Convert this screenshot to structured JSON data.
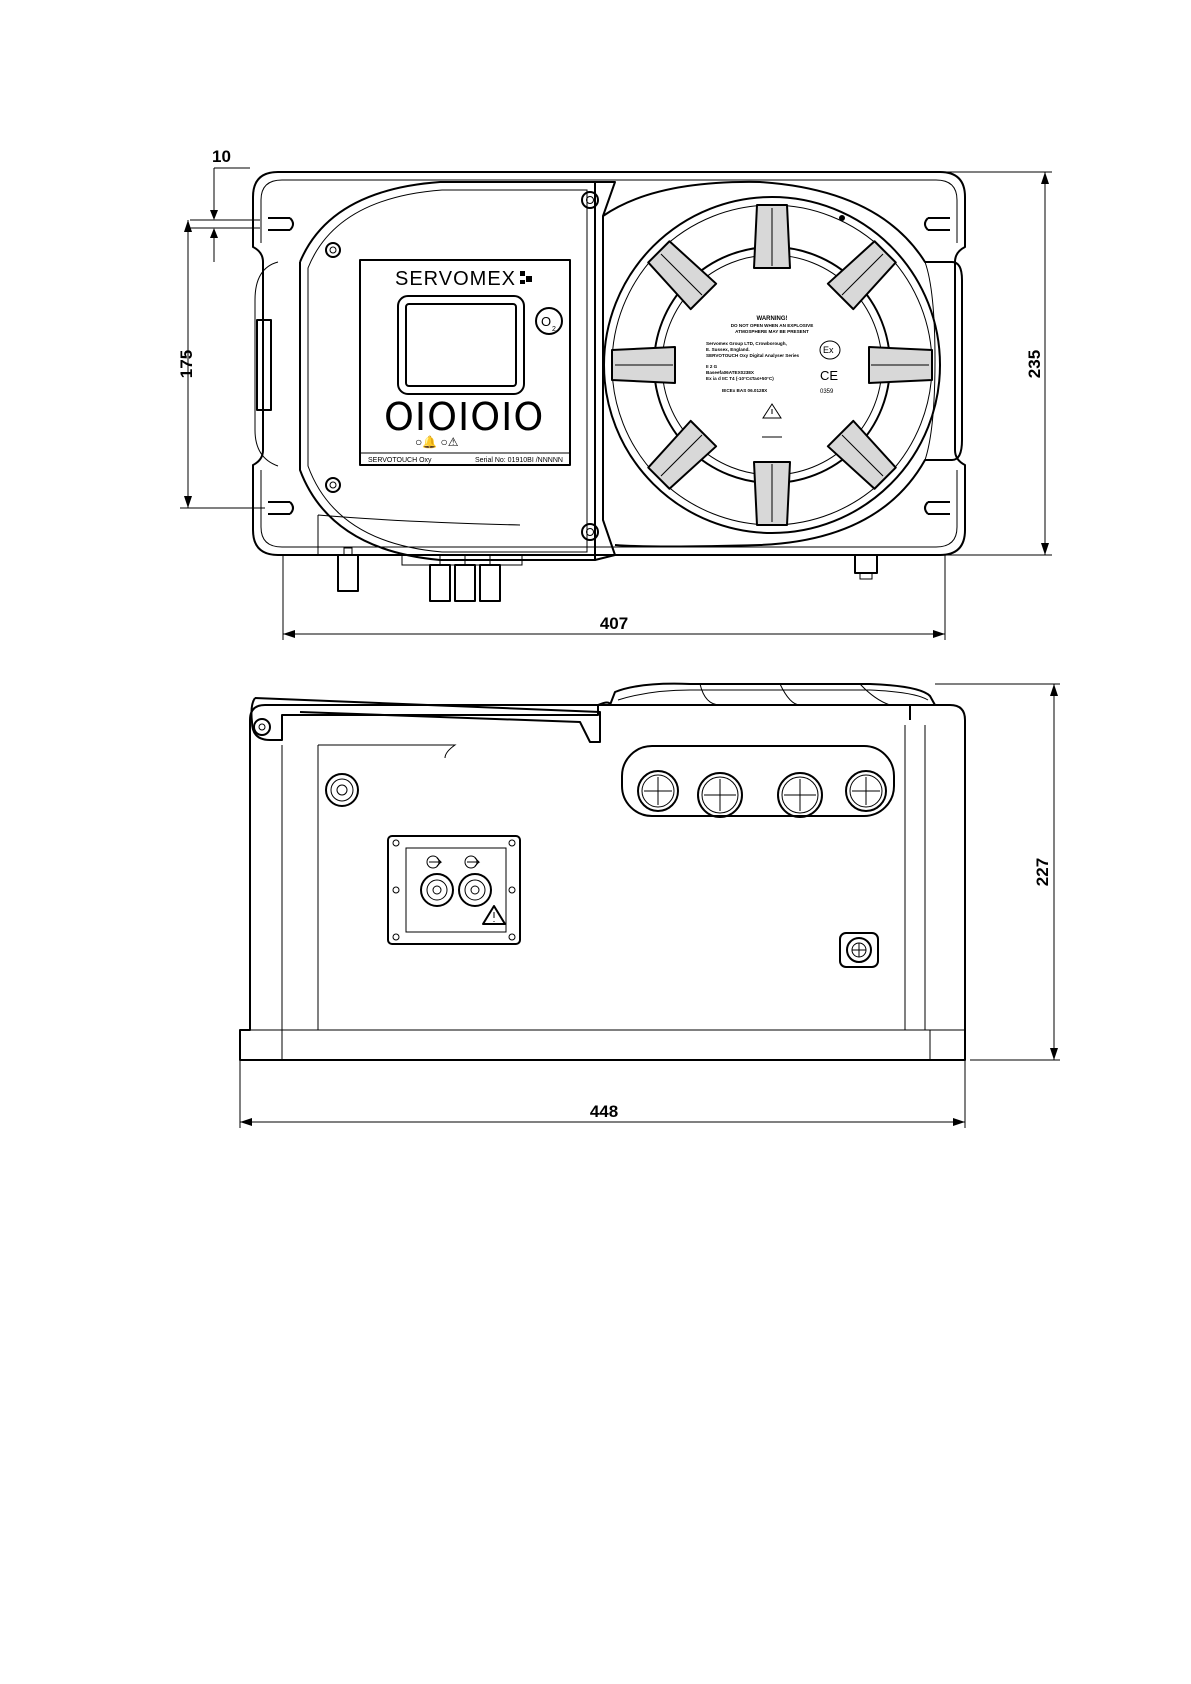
{
  "dimensions": {
    "d10": "10",
    "d175": "175",
    "d235": "235",
    "d407": "407",
    "d227": "227",
    "d448": "448"
  },
  "front_panel": {
    "brand": "SERVOMEX",
    "o2_o": "O",
    "o2_sub": "2",
    "leds": "OIOIOIO",
    "status_marks": "○🔔   ○⚠",
    "product_name": "SERVOTOUCH Oxy",
    "serial": "Serial No: 01910BI /NNNNN"
  },
  "cover_label": {
    "warning_title": "WARNING!",
    "warning_line1": "DO NOT OPEN WHEN AN EXPLOSIVE",
    "warning_line2": "ATMOSPHERE MAY BE PRESENT",
    "maker_line1": "Servomex Group LTD, Crowborough,",
    "maker_line2": "E. Sussex, England.",
    "maker_line3": "SERVOTOUCH Oxy Digital Analyser Series",
    "cert_line1": "II 2 G",
    "cert_line2": "Baseefa06ATEX0238X",
    "cert_line3": "Ex ia d IIC T4 (-10°C≤Ta≤+50°C)",
    "cert_line4": "IECEx BAS 06.0128X",
    "ex_mark": "Ex",
    "ce_mark": "CE",
    "notified_body": "0359"
  }
}
